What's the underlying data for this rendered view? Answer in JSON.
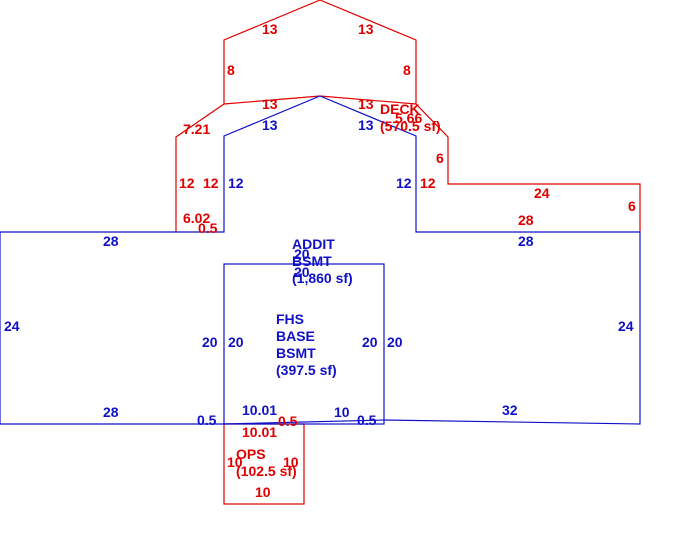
{
  "colors": {
    "red": "#e00000",
    "blue": "#1010c8"
  },
  "areas": {
    "deck": {
      "name": "DECK",
      "area": "(570.5 sf)"
    },
    "addit_bsmt": {
      "line1": "ADDIT",
      "line2": "BSMT",
      "area": "(1,860 sf)"
    },
    "fhs_base": {
      "line1": "FHS",
      "line2": "BASE",
      "line3": "BSMT",
      "area": "(397.5 sf)"
    },
    "ops": {
      "name": "OPS",
      "area": "(102.5 sf)"
    }
  },
  "dims_red": {
    "roof_left": "13",
    "roof_right": "13",
    "upper_left_side": "8",
    "upper_right_side": "8",
    "inner_roof_left": "13",
    "inner_roof_right": "13",
    "slope_left": "7.21",
    "slope_right": "5.66",
    "left_wing_a": "12",
    "left_wing_b": "12",
    "right_wing": "12",
    "step_right": "6",
    "deck_top_right": "24",
    "deck_right_side": "6",
    "deck_bottom": "28",
    "left_notch": "6.02",
    "left_notch_small": "0.5",
    "ops_top": "10.01",
    "ops_small": "0.5",
    "ops_left": "10",
    "ops_right": "10",
    "ops_bottom": "10"
  },
  "dims_blue": {
    "inner_roof_left": "13",
    "inner_roof_right": "13",
    "left_wall": "12",
    "right_wall": "12",
    "addit_top_left": "28",
    "addit_top_right": "28",
    "addit_left": "24",
    "addit_right": "24",
    "addit_bottom_left": "28",
    "addit_bottom_right": "32",
    "addit_inner_a": "20",
    "addit_inner_b": "20",
    "fhs_left_a": "20",
    "fhs_left_b": "20",
    "fhs_right_a": "20",
    "fhs_right_b": "20",
    "fhs_bottom_left": "10.01",
    "fhs_bottom_right": "10",
    "small_left": "0.5",
    "small_right": "0.5"
  }
}
